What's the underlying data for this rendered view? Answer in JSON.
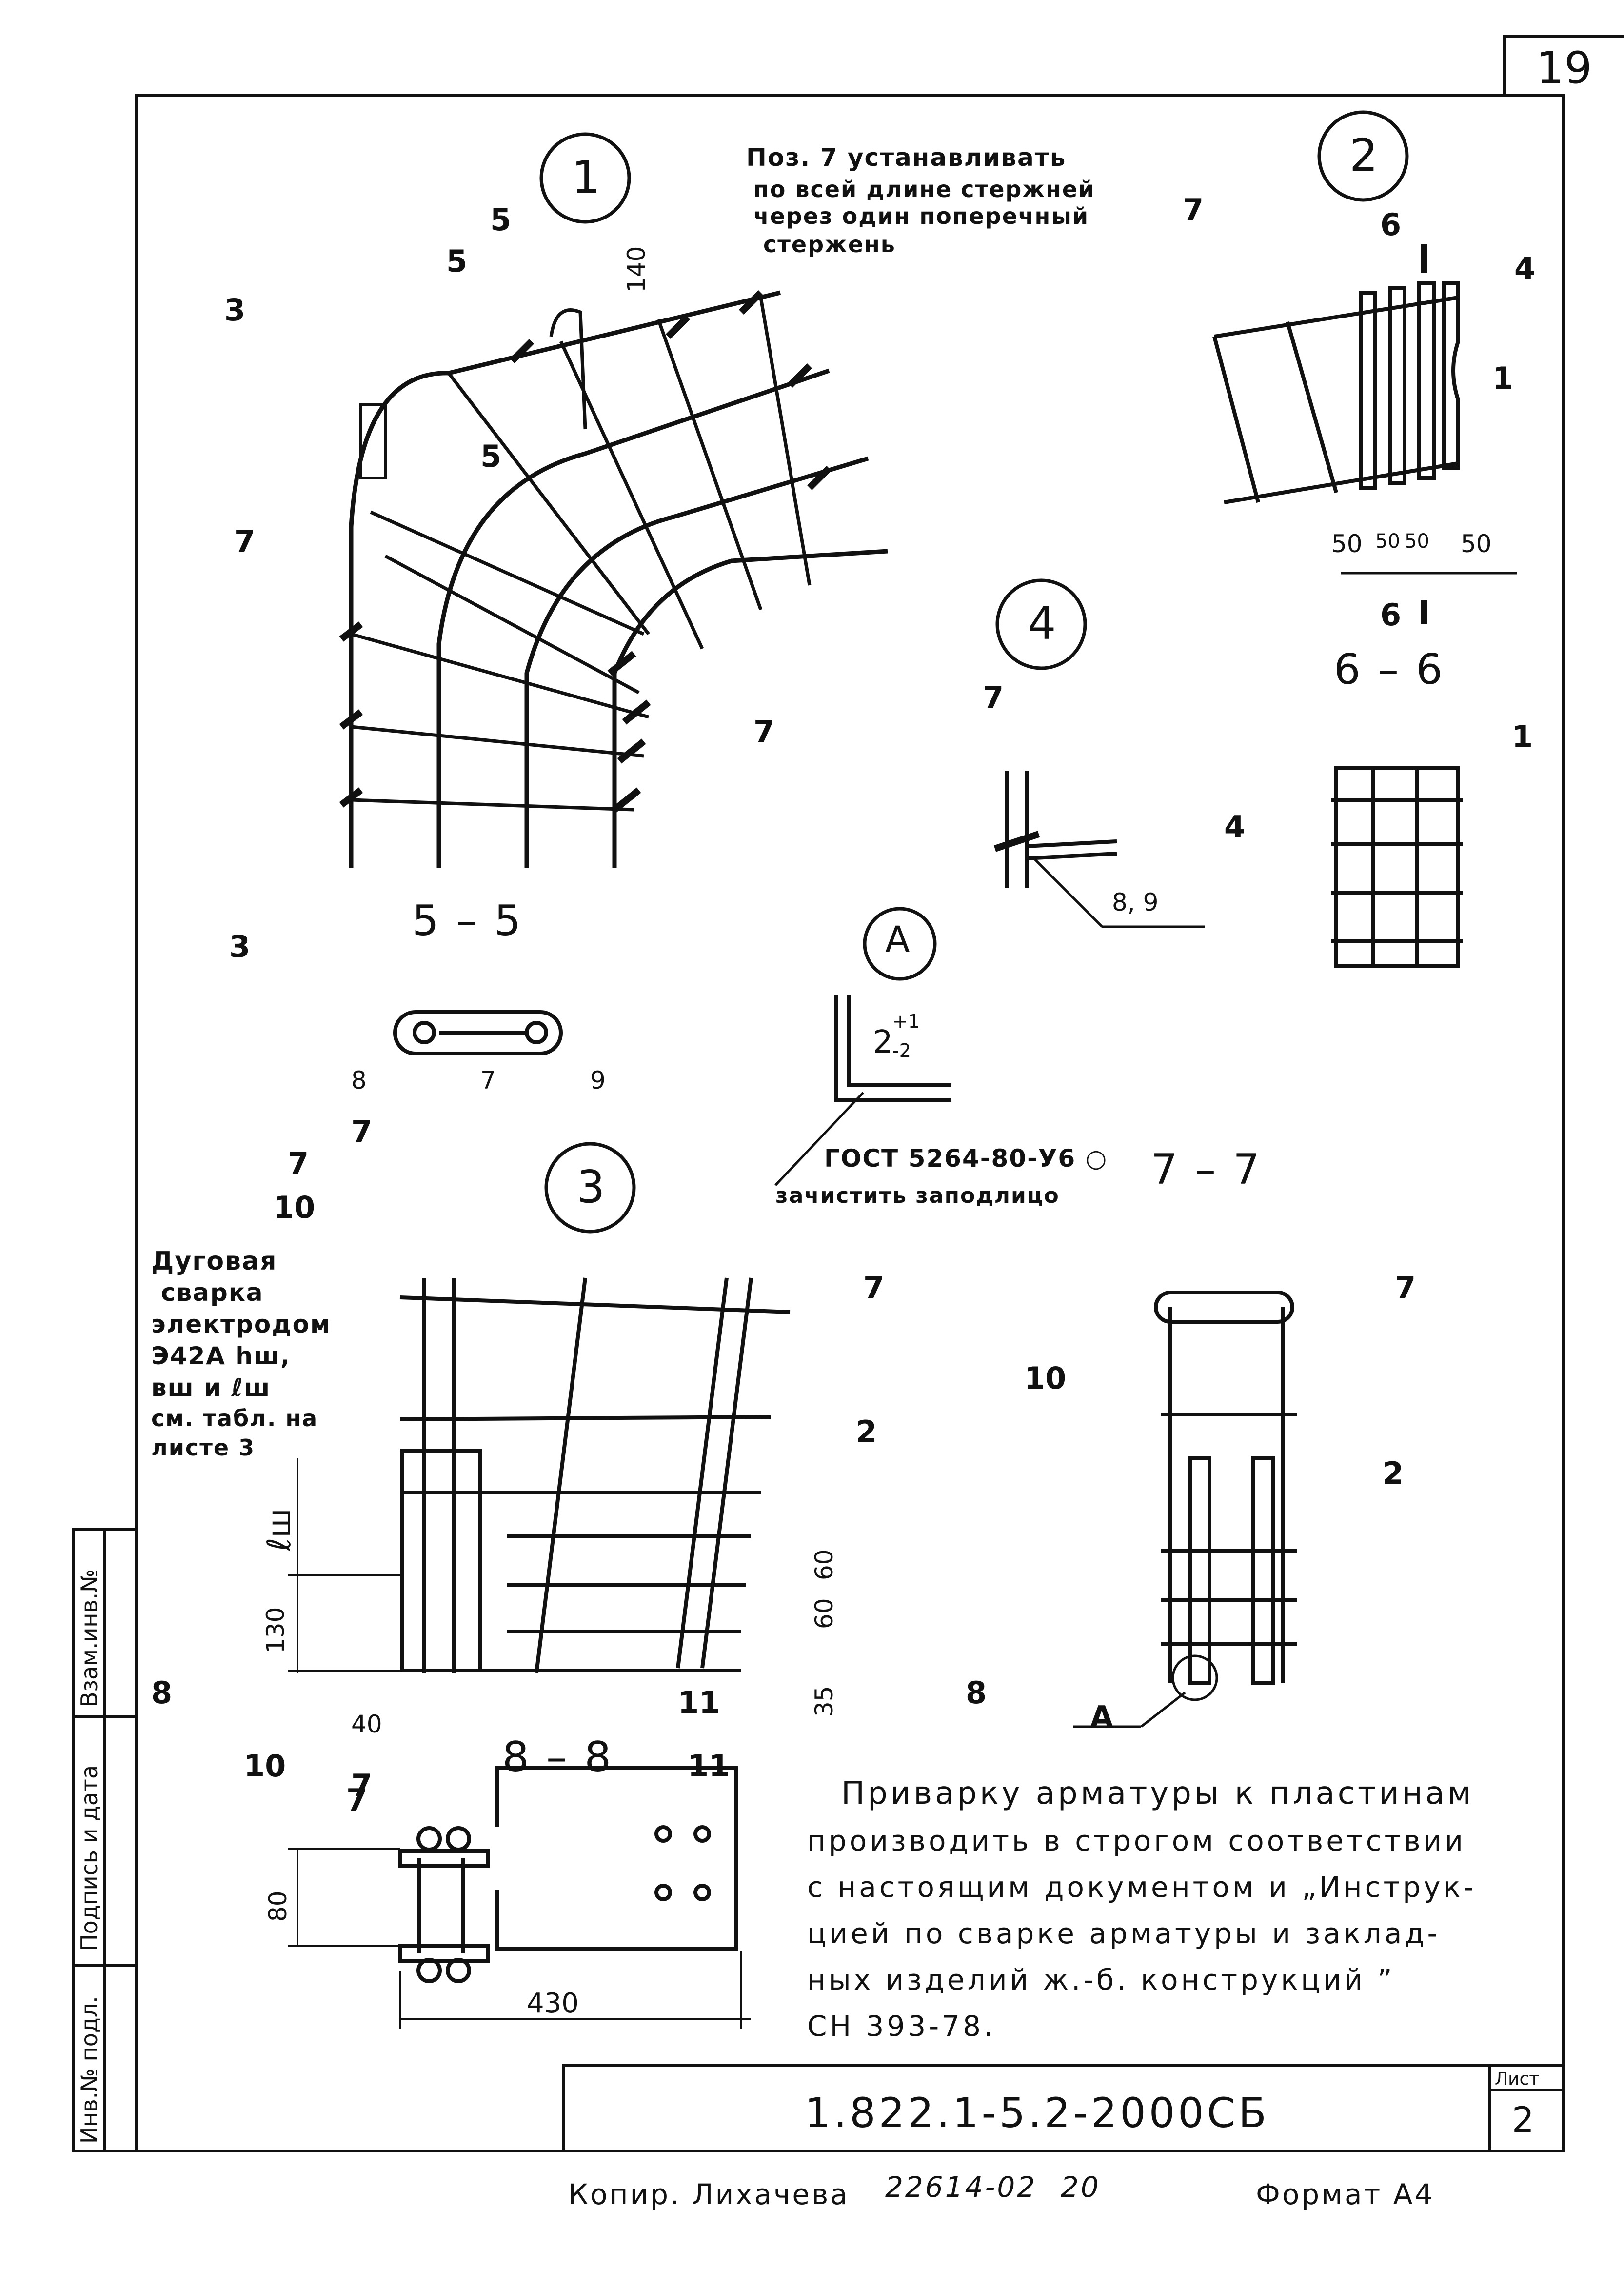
{
  "sheet": {
    "page_number": "19",
    "code": "1.822.1-5.2-2000СБ",
    "list_label": "Лист",
    "list_number": "2",
    "copied_by": "Копир. Лихачева",
    "order_no": "22614-02",
    "order_sub": "20",
    "format": "Формат А4"
  },
  "side_stamp": {
    "inv_no": "Инв.№ подл.",
    "sign_date": "Подпись и дата",
    "vzam": "Взам.инв.№"
  },
  "circles": [
    "1",
    "2",
    "4",
    "A",
    "3"
  ],
  "sections": {
    "s55": "5 – 5",
    "s66": "6 – 6",
    "s77": "7 – 7",
    "s88": "8 – 8"
  },
  "section_marks": {
    "m5a": "5",
    "m5b": "5",
    "m6a": "6",
    "m6b": "6",
    "m7a": "7",
    "m7b": "7",
    "m8a": "8",
    "m8b": "8"
  },
  "note_poz7": [
    "Поз. 7 устанавливать",
    "по всей длине стержней",
    "через один поперечный",
    "стержень"
  ],
  "weld_note": [
    "Дуговая",
    "сварка",
    "электродом",
    "Э42А hш,",
    "вш и ℓш",
    "см. табл. на",
    "листе 3"
  ],
  "gost_note": [
    "ГОСТ 5264-80-У6 ○",
    "зачистить заподлицо"
  ],
  "tolerance": {
    "base": "2",
    "upper": "+1",
    "lower": "-2"
  },
  "paragraph": [
    "Приварку  арматуры  к пластинам",
    "производить  в строгом  соответствии",
    "с настоящим документом и „Инструк-",
    "цией по сварке арматуры и заклад-",
    "ных изделий ж.-б. конструкций ”",
    "СН 393-78."
  ],
  "labels": {
    "v1_5": "5",
    "v1_140": "140",
    "v1_3": "3",
    "v1_7a": "7",
    "v1_7b": "7",
    "v2_7": "7",
    "v2_4": "4",
    "v2_1": "1",
    "d50a": "50",
    "d50b": "50",
    "d50c": "50",
    "d50d": "50",
    "v4_7": "7",
    "v4_89": "8, 9",
    "v66_1": "1",
    "v66_4": "4",
    "v55_3": "3",
    "v55_8": "8",
    "v55_7": "7",
    "v55_9": "9",
    "v3_7a": "7",
    "v3_10": "10",
    "v3_7b": "7",
    "v3_2": "2",
    "v3_11": "11",
    "v3_lsh": "ℓш",
    "v3_130": "130",
    "v3_60a": "60",
    "v3_60b": "60",
    "v3_35": "35",
    "v3_40": "40",
    "v77_7": "7",
    "v77_10": "10",
    "v77_2": "2",
    "v77_A": "A",
    "v88_10": "10",
    "v88_7": "7",
    "v88_11": "11",
    "v88_80": "80",
    "v88_430": "430"
  }
}
